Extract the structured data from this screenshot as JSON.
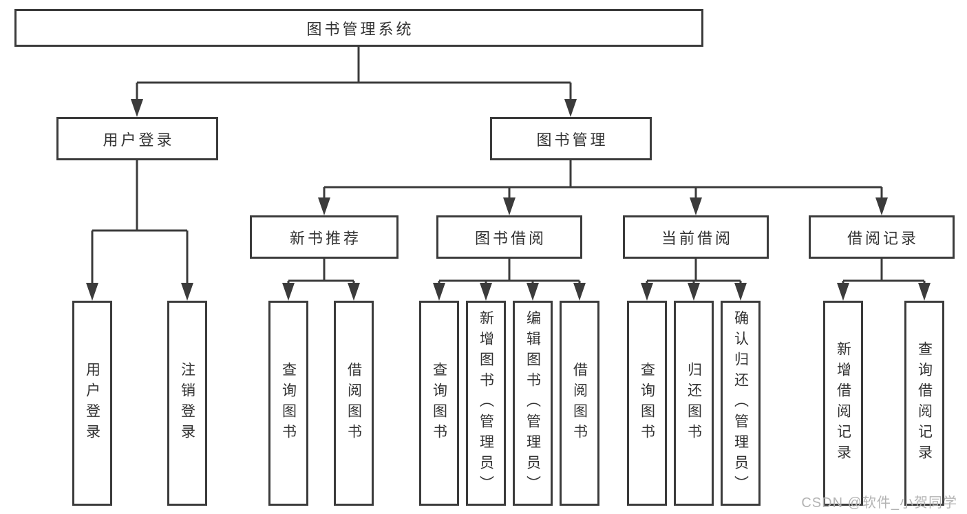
{
  "tree": {
    "root": {
      "label": "图书管理系统"
    },
    "children": [
      {
        "label": "用户登录",
        "children": [
          {
            "label": "用户登录"
          },
          {
            "label": "注销登录"
          }
        ]
      },
      {
        "label": "图书管理",
        "children": [
          {
            "label": "新书推荐",
            "children": [
              {
                "label": "查询图书"
              },
              {
                "label": "借阅图书"
              }
            ]
          },
          {
            "label": "图书借阅",
            "children": [
              {
                "label": "查询图书"
              },
              {
                "label": "新增图书（管理员）"
              },
              {
                "label": "编辑图书（管理员）"
              },
              {
                "label": "借阅图书"
              }
            ]
          },
          {
            "label": "当前借阅",
            "children": [
              {
                "label": "查询图书"
              },
              {
                "label": "归还图书"
              },
              {
                "label": "确认归还（管理员）"
              }
            ]
          },
          {
            "label": "借阅记录",
            "children": [
              {
                "label": "新增借阅记录"
              },
              {
                "label": "查询借阅记录"
              }
            ]
          }
        ]
      }
    ]
  },
  "watermark": "CSDN @软件_小贺同学",
  "colors": {
    "line": "#3b3b3b",
    "text": "#333333",
    "watermark": "#b3b3b3"
  }
}
